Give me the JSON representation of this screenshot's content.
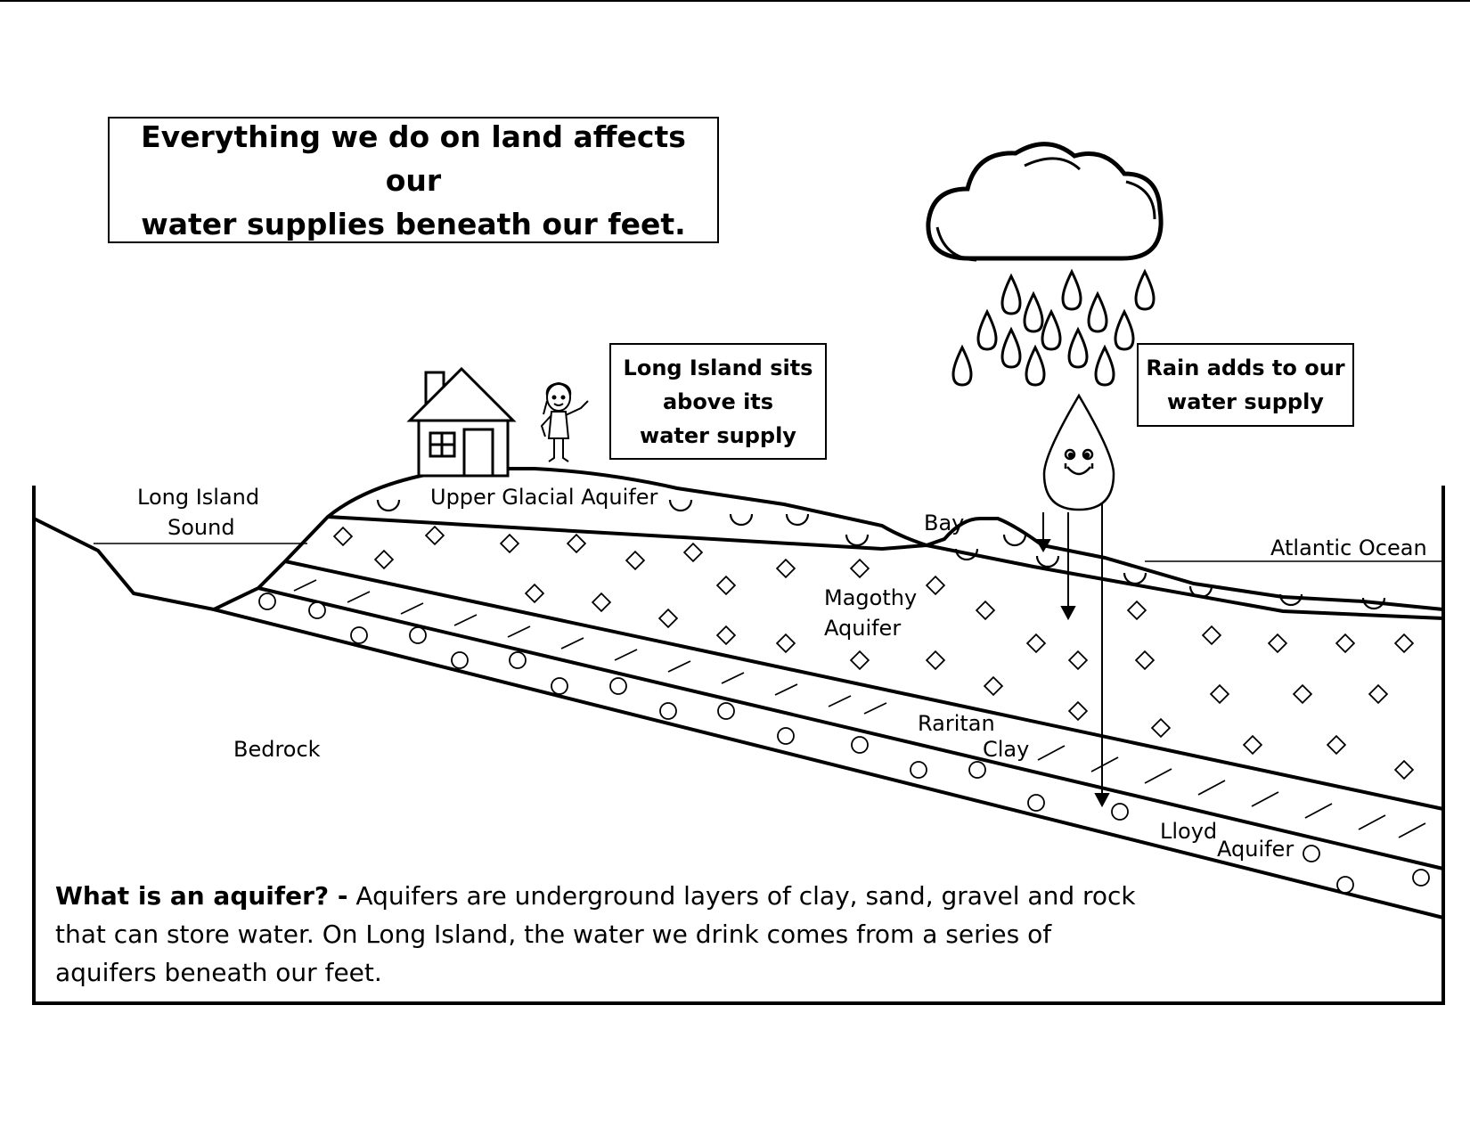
{
  "headline": {
    "line1": "Everything we do on land affects our",
    "line2": "water supplies beneath our feet."
  },
  "callouts": {
    "long_island": [
      "Long Island sits",
      "above its",
      "water supply"
    ],
    "rain": [
      "Rain adds to our",
      "water supply"
    ]
  },
  "labels": {
    "long_island_sound_1": "Long Island",
    "long_island_sound_2": "Sound",
    "upper_glacial": "Upper Glacial Aquifer",
    "bay": "Bay",
    "atlantic": "Atlantic Ocean",
    "magothy_1": "Magothy",
    "magothy_2": "Aquifer",
    "raritan_1": "Raritan",
    "raritan_2": "Clay",
    "lloyd_1": "Lloyd",
    "lloyd_2": "Aquifer",
    "bedrock": "Bedrock"
  },
  "caption": {
    "question": "What is an aquifer? -",
    "answer": "Aquifers are underground layers of clay, sand, gravel and rock that can store water.  On Long Island, the water we drink comes from a series of aquifers beneath our feet."
  }
}
